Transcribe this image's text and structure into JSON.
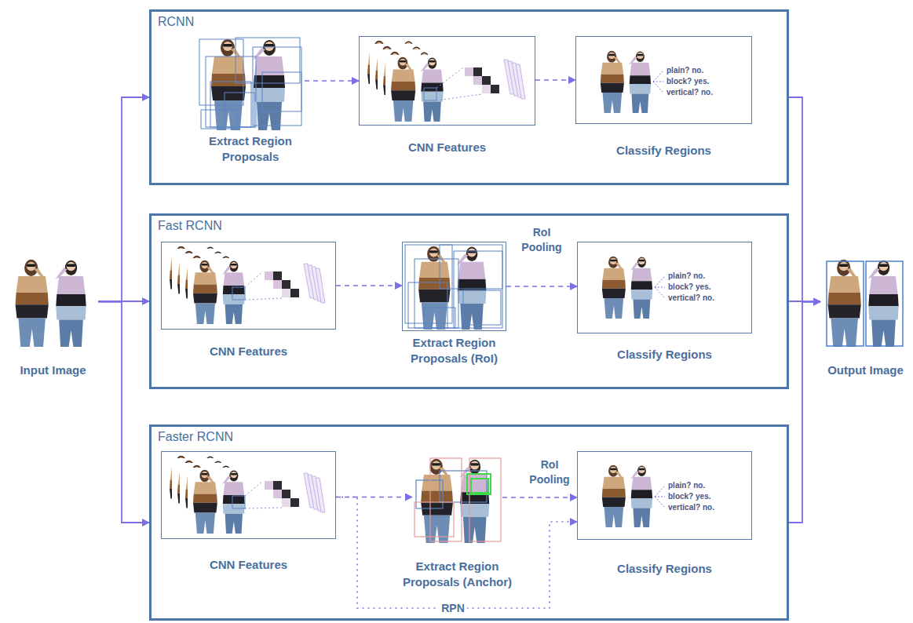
{
  "diagram": {
    "nodes": [
      {
        "text": [
          "Input Image"
        ]
      },
      {
        "text": [
          "RCNN"
        ]
      },
      {
        "text": [
          "Extract Region Proposals"
        ],
        "in": 1
      },
      {
        "text": [
          "CNN Features"
        ],
        "in": 1
      },
      {
        "text": [
          "plain? no.",
          "block? yes.",
          "vertical? no.",
          "Classify Regions"
        ],
        "in": 1
      },
      {
        "text": [
          "Fast RCNN"
        ]
      },
      {
        "text": [
          "CNN Features"
        ],
        "in": 5
      },
      {
        "text": [
          "Extract Region Proposals (RoI)"
        ],
        "in": 5
      },
      {
        "text": [
          "plain? no.",
          "block? yes.",
          "vertical? no.",
          "Classify Regions"
        ],
        "in": 5
      },
      {
        "text": [
          "Faster RCNN"
        ]
      },
      {
        "text": [
          "CNN Features"
        ],
        "in": 9
      },
      {
        "text": [
          "Extract Region Proposals (Anchor)"
        ],
        "in": 9
      },
      {
        "text": [
          "plain? no.",
          "block? yes.",
          "vertical? no.",
          "Classify Regions"
        ],
        "in": 9
      },
      {
        "text": [
          "Output Image"
        ]
      }
    ],
    "edges": [
      {
        "from": 0,
        "to": 1,
        "arrow": "to"
      },
      {
        "from": 0,
        "to": 5,
        "arrow": "to"
      },
      {
        "from": 0,
        "to": 9,
        "arrow": "to"
      },
      {
        "from": 2,
        "to": 3,
        "arrow": "to"
      },
      {
        "from": 3,
        "to": 4,
        "arrow": "to"
      },
      {
        "from": 6,
        "to": 7,
        "arrow": "to"
      },
      {
        "from": 7,
        "to": 8,
        "label": "RoI Pooling",
        "arrow": "to"
      },
      {
        "from": 10,
        "to": 11,
        "arrow": "to"
      },
      {
        "from": 11,
        "to": 12,
        "label": "RoI Pooling",
        "arrow": "to"
      },
      {
        "from": 10,
        "to": 12,
        "label": "RPN",
        "arrow": "to"
      },
      {
        "from": 1,
        "to": 13,
        "arrow": "to"
      },
      {
        "from": 5,
        "to": 13,
        "arrow": "to"
      },
      {
        "from": 9,
        "to": 13,
        "arrow": "to"
      }
    ]
  }
}
